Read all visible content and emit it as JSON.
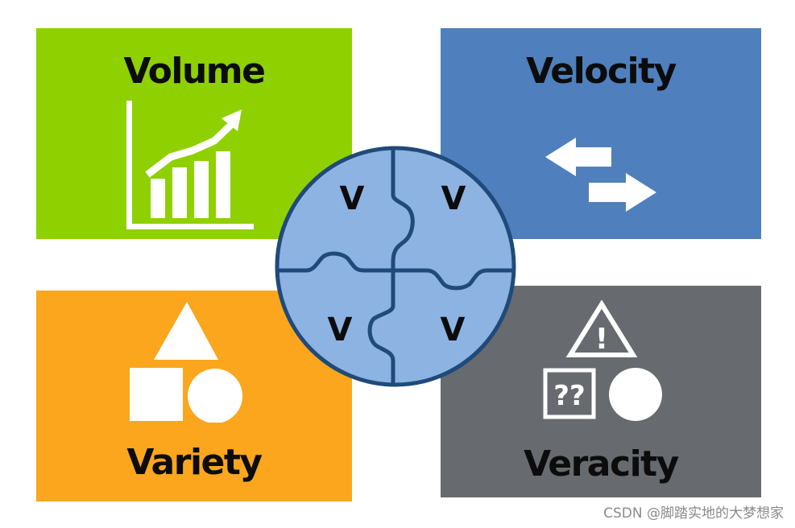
{
  "colors": {
    "volume": "#8fd000",
    "velocity": "#4f80bd",
    "variety": "#fba61d",
    "veracity": "#676a6e",
    "puzzle_fill": "#8db3e2",
    "puzzle_stroke": "#1f4a7a",
    "icon": "#ffffff"
  },
  "quadrants": {
    "volume": {
      "title": "Volume",
      "icon": "bar-chart-trend-icon"
    },
    "velocity": {
      "title": "Velocity",
      "icon": "exchange-arrows-icon"
    },
    "variety": {
      "title": "Variety",
      "icon": "shapes-icon"
    },
    "veracity": {
      "title": "Veracity",
      "icon": "warning-question-icon"
    }
  },
  "puzzle": {
    "pieces": [
      "V",
      "V",
      "V",
      "V"
    ],
    "question_marks": "??",
    "warning_mark": "!"
  },
  "watermark": "CSDN @脚踏实地的大梦想家"
}
